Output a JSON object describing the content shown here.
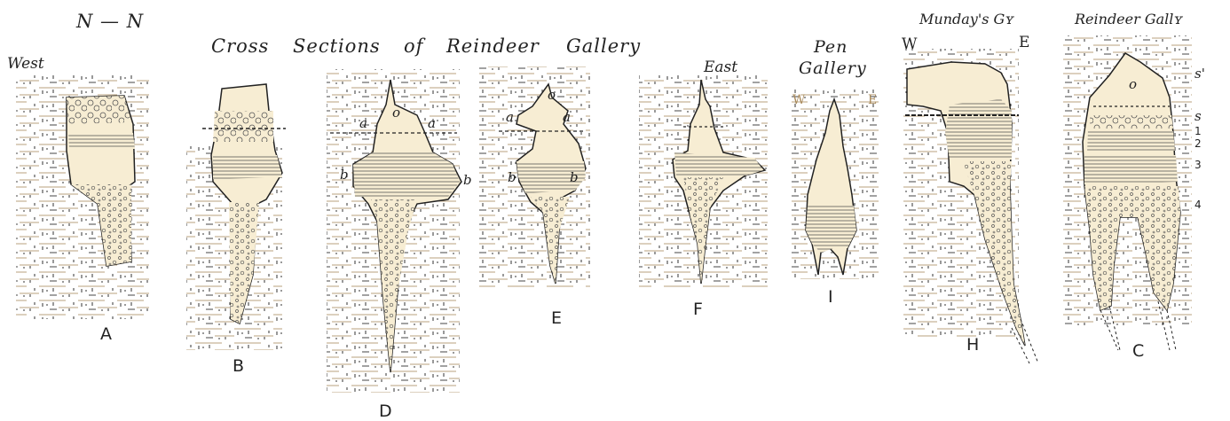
{
  "header": {
    "nn": "N — N",
    "title_words": [
      "Cross",
      "Sections",
      "of",
      "Reindeer",
      "Gallery"
    ]
  },
  "section_labels": {
    "A": "A",
    "B": "B",
    "C": "C",
    "D": "D",
    "E": "E",
    "F": "F",
    "H": "H",
    "I": "I"
  },
  "annotations": {
    "west": "West",
    "east": "East",
    "pen_gallery_1": "Pen",
    "pen_gallery_2": "Gallery",
    "pen_w": "W",
    "pen_e": "E",
    "mundays": "Munday's Gʏ",
    "munday_w": "W",
    "munday_e": "E",
    "reindeer_gall": "Reindeer Gallʏ",
    "d_a": "a",
    "d_o": "o",
    "d_a2": "a",
    "d_b": "b",
    "d_b2": "b",
    "e_a": "a",
    "e_o": "o",
    "e_a2": "a",
    "e_b": "b",
    "e_b2": "b",
    "c_o": "o",
    "c_s1": "s'",
    "c_s": "s",
    "c_1": "1",
    "c_2": "2",
    "c_3": "3",
    "c_4": "4"
  },
  "colors": {
    "ink": "#2a2a2a",
    "fill": "#f7edd3",
    "rock": "#c8b08a"
  }
}
